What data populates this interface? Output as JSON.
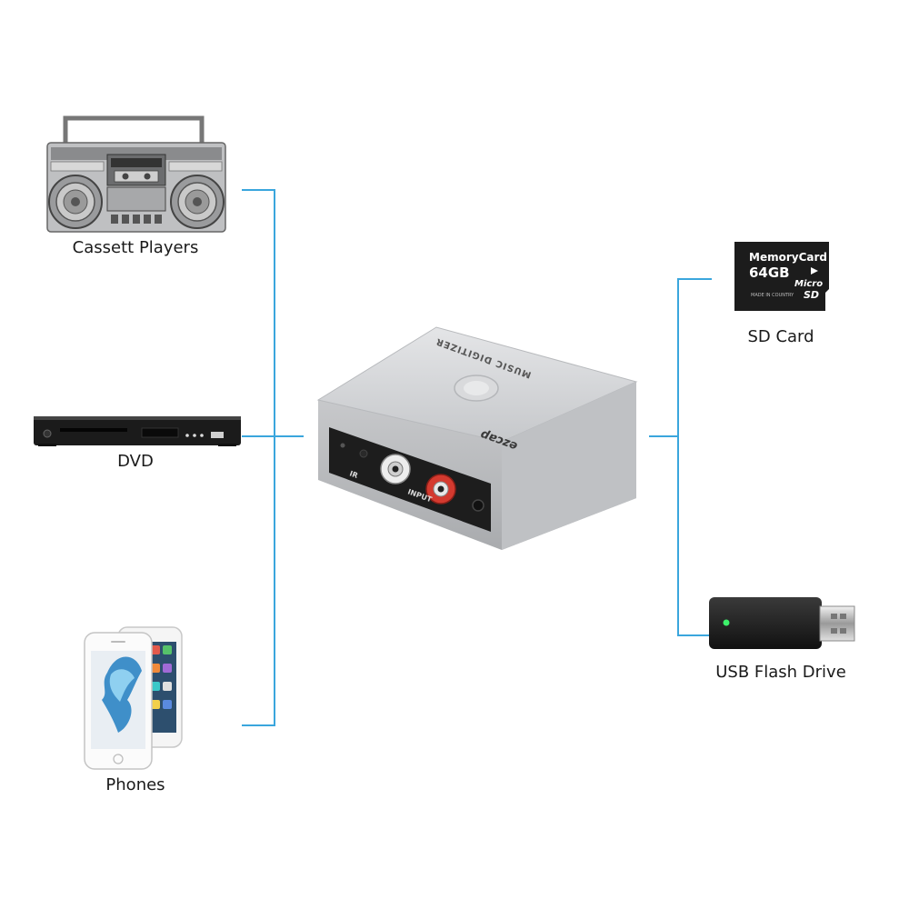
{
  "sources": [
    {
      "label": "Cassett Players",
      "icon": "cassette-player-icon"
    },
    {
      "label": "DVD",
      "icon": "dvd-player-icon"
    },
    {
      "label": "Phones",
      "icon": "phones-icon"
    }
  ],
  "device": {
    "brand": "ezcap",
    "model_text": "MUSIC DIGITIZER",
    "port_labels": {
      "ir": "IR",
      "input": "INPUT"
    },
    "icon": "music-digitizer-device-icon"
  },
  "outputs": [
    {
      "label": "SD Card",
      "icon": "sd-card-icon",
      "card_title": "MemoryCard",
      "capacity": "64GB",
      "micro": "Micro",
      "sd": "SD",
      "made_in": "MADE IN COUNTRY"
    },
    {
      "label": "USB Flash Drive",
      "icon": "usb-flash-drive-icon"
    }
  ],
  "colors": {
    "connector_line": "#3aa6dd",
    "device_body": "#c9cbce",
    "device_panel": "#1d1d1d"
  }
}
